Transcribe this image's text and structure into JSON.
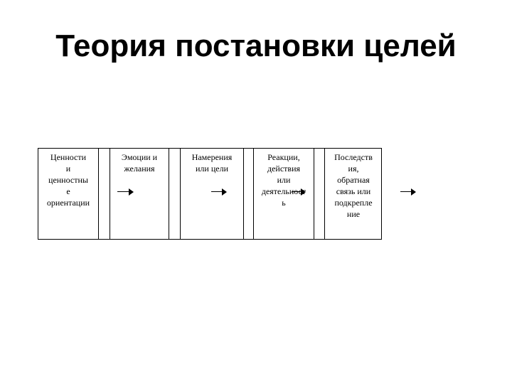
{
  "title": "Теория постановки целей",
  "boxes": [
    {
      "label": "Ценности\nи\nценностны\nе\nориентации"
    },
    {
      "label": "Эмоции и\nжелания"
    },
    {
      "label": "Намерения\nили цели"
    },
    {
      "label": "Реакции,\nдействия\nили\nдеятельност\nь"
    },
    {
      "label": "Последств\nия,\nобратная\nсвязь или\nподкрепле\nние"
    }
  ]
}
